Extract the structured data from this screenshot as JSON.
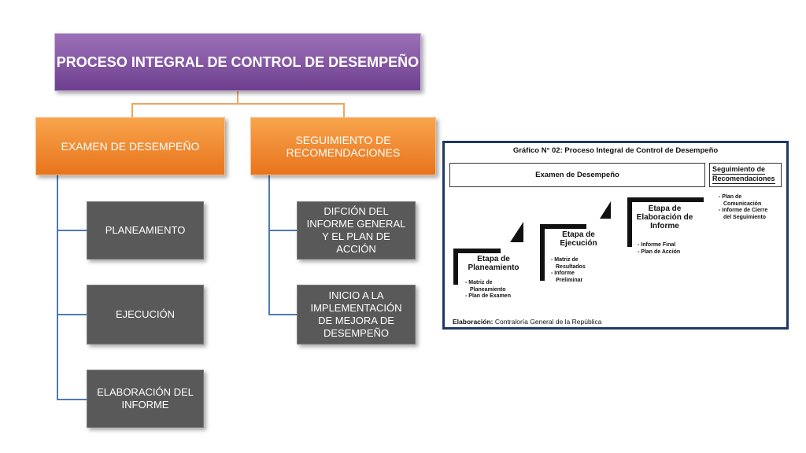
{
  "root": {
    "label": "PROCESO INTEGRAL DE CONTROL DE DESEMPEÑO"
  },
  "branches": [
    {
      "label": "EXAMEN DE DESEMPEÑO",
      "children": [
        "PLANEAMIENTO",
        "EJECUCIÓN",
        "ELABORACIÓN DEL INFORME"
      ]
    },
    {
      "label": "SEGUIMIENTO DE RECOMENDACIONES",
      "children": [
        "DIFCIÓN DEL INFORME GENERAL Y EL PLAN DE ACCIÓN",
        "INICIO A LA IMPLEMENTACIÓN DE MEJORA DE DESEMPEÑO"
      ]
    }
  ],
  "figure": {
    "title": "Gráfico N° 02: Proceso Integral de Control de Desempeño",
    "exam_box": "Examen de Desempeño",
    "seguimiento_box": {
      "line1": "Seguimiento de",
      "line2": "Recomendaciones"
    },
    "stages": [
      {
        "title1": "Etapa de",
        "title2": "Planeamiento",
        "title3": "",
        "bullets": [
          "- Matriz de",
          "Planeamiento",
          "- Plan de Examen"
        ]
      },
      {
        "title1": "Etapa de",
        "title2": "Ejecución",
        "title3": "",
        "bullets": [
          "- Matriz de",
          "Resultados",
          "- Informe",
          "Preliminar"
        ]
      },
      {
        "title1": "Etapa de",
        "title2": "Elaboración de",
        "title3": "Informe",
        "bullets": [
          "- Informe Final",
          "- Plan de Acción"
        ]
      }
    ],
    "seguimiento_bullets": [
      "- Plan de",
      "Comunicación",
      "- Informe de Cierre",
      "del Seguimiento"
    ],
    "footer_label": "Elaboración:",
    "footer_text": " Contraloría General de la República"
  }
}
